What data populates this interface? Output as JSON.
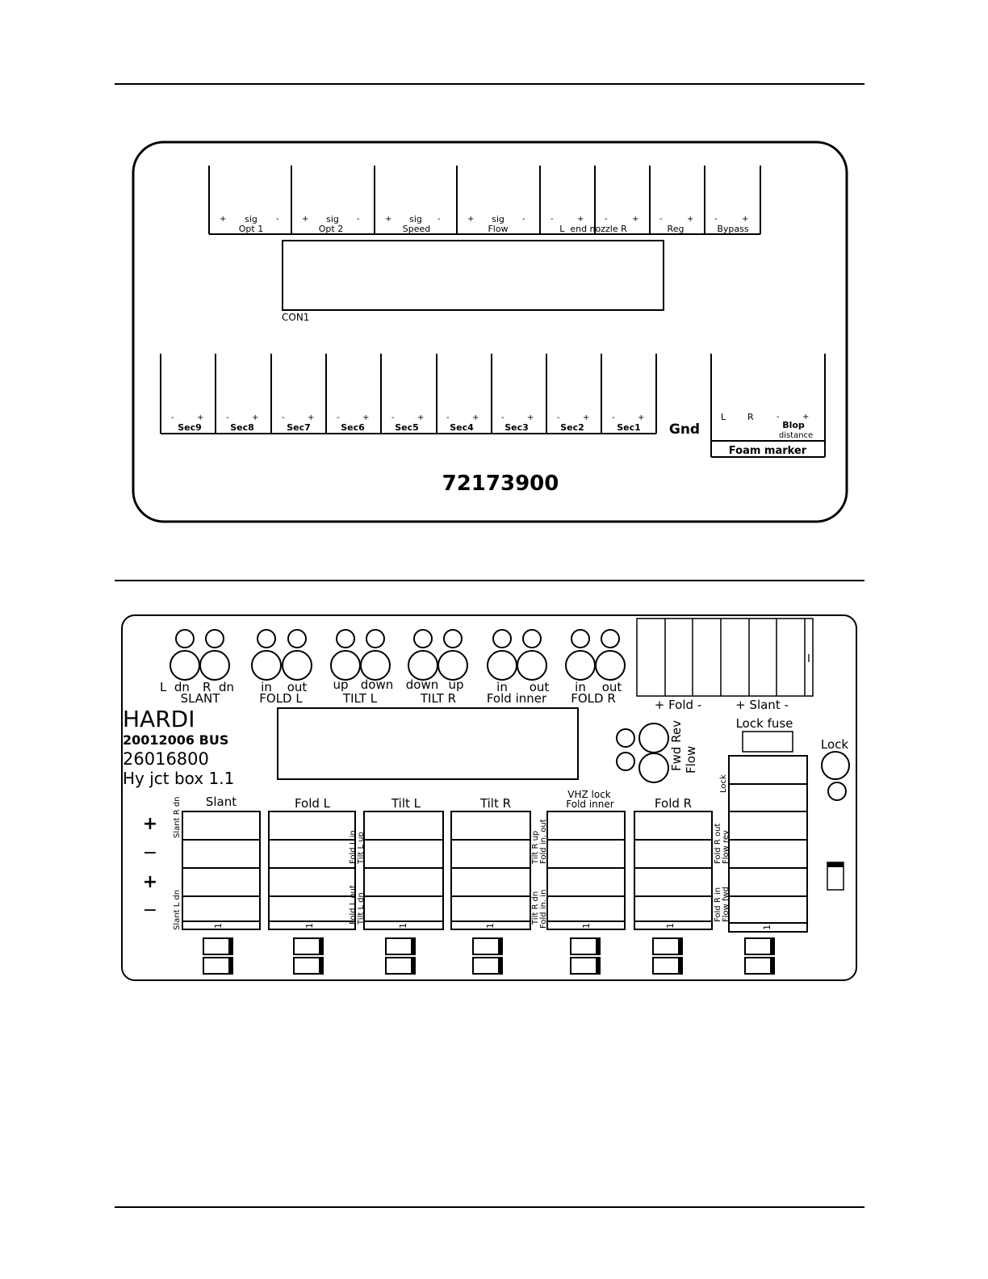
{
  "board1": {
    "top_blocks": [
      {
        "plus": "+",
        "sig": "sig",
        "minus": "-",
        "label": "Opt 1"
      },
      {
        "plus": "+",
        "sig": "sig",
        "minus": "-",
        "label": "Opt 2"
      },
      {
        "plus": "+",
        "sig": "sig",
        "minus": "-",
        "label": "Speed"
      },
      {
        "plus": "+",
        "sig": "sig",
        "minus": "-",
        "label": "Flow"
      }
    ],
    "end_nozzle": {
      "pol1": "-",
      "pol2": "+",
      "pol3": "-",
      "pol4": "+",
      "label": "L  end nozzle R"
    },
    "reg": {
      "minus": "-",
      "plus": "+",
      "label": "Reg"
    },
    "bypass": {
      "minus": "-",
      "plus": "+",
      "label": "Bypass"
    },
    "connector_label": "CON1",
    "sections": [
      {
        "minus": "-",
        "plus": "+",
        "label": "Sec9"
      },
      {
        "minus": "-",
        "plus": "+",
        "label": "Sec8"
      },
      {
        "minus": "-",
        "plus": "+",
        "label": "Sec7"
      },
      {
        "minus": "-",
        "plus": "+",
        "label": "Sec6"
      },
      {
        "minus": "-",
        "plus": "+",
        "label": "Sec5"
      },
      {
        "minus": "-",
        "plus": "+",
        "label": "Sec4"
      },
      {
        "minus": "-",
        "plus": "+",
        "label": "Sec3"
      },
      {
        "minus": "-",
        "plus": "+",
        "label": "Sec2"
      },
      {
        "minus": "-",
        "plus": "+",
        "label": "Sec1"
      }
    ],
    "gnd": "Gnd",
    "foam": {
      "l": "L",
      "r": "R",
      "minus": "-",
      "plus": "+",
      "blop": "Blop",
      "distance": "distance",
      "title": "Foam marker"
    },
    "part_number": "72173900"
  },
  "board2": {
    "led_groups": [
      {
        "left": "L  dn",
        "right": "R  dn",
        "title": "SLANT"
      },
      {
        "left": "in",
        "right": "out",
        "title": "FOLD L"
      },
      {
        "left": "up",
        "right": "down",
        "title": "TILT L"
      },
      {
        "left": "down",
        "right": "up",
        "title": "TILT R"
      },
      {
        "left": "in",
        "right": "out",
        "title": "Fold inner"
      },
      {
        "left": "in",
        "right": "out",
        "title": "FOLD R"
      }
    ],
    "brand": "HARDI",
    "bus_code": "20012006 BUS",
    "part_number": "26016800",
    "box_name": "Hy jct box 1.1",
    "fuse_fold": "+ Fold -",
    "fuse_slant": "+ Slant -",
    "fuse_mark": "I",
    "lock_fuse": "Lock fuse",
    "fwd_rev_flow": [
      "Fwd Rev",
      "Flow"
    ],
    "lock": "Lock",
    "polarity_signs": [
      "+",
      "−",
      "+",
      "−"
    ],
    "terminal_blocks": [
      {
        "title": "Slant",
        "one": "1"
      },
      {
        "title": "Fold L",
        "one": "1"
      },
      {
        "title": "Tilt L",
        "one": "1"
      },
      {
        "title": "Tilt R",
        "one": "1"
      },
      {
        "title": "Fold inner",
        "one": "1"
      },
      {
        "title": "Fold R",
        "one": "1"
      }
    ],
    "vhz_lock": "VHZ lock",
    "lock_block_one": "1",
    "side_labels": {
      "slant_r": "Slant R dn",
      "slant_l": "Slant L dn",
      "fold_l_a": "Fold L in",
      "fold_l_b": "Tilt L up",
      "fold_l_c": "Fold L out",
      "fold_l_d": "Tilt L dn",
      "tilt_r_a": "Tilt R up",
      "tilt_r_b": "Fold in. out",
      "tilt_r_c": "Tilt R dn",
      "tilt_r_d": "Fold in. in",
      "lock_side": "Lock",
      "fold_r_out_a": "Fold R out",
      "fold_r_out_b": "Flow rev",
      "fold_r_in_a": "Fold R in",
      "fold_r_in_b": "Flow fwd"
    }
  }
}
